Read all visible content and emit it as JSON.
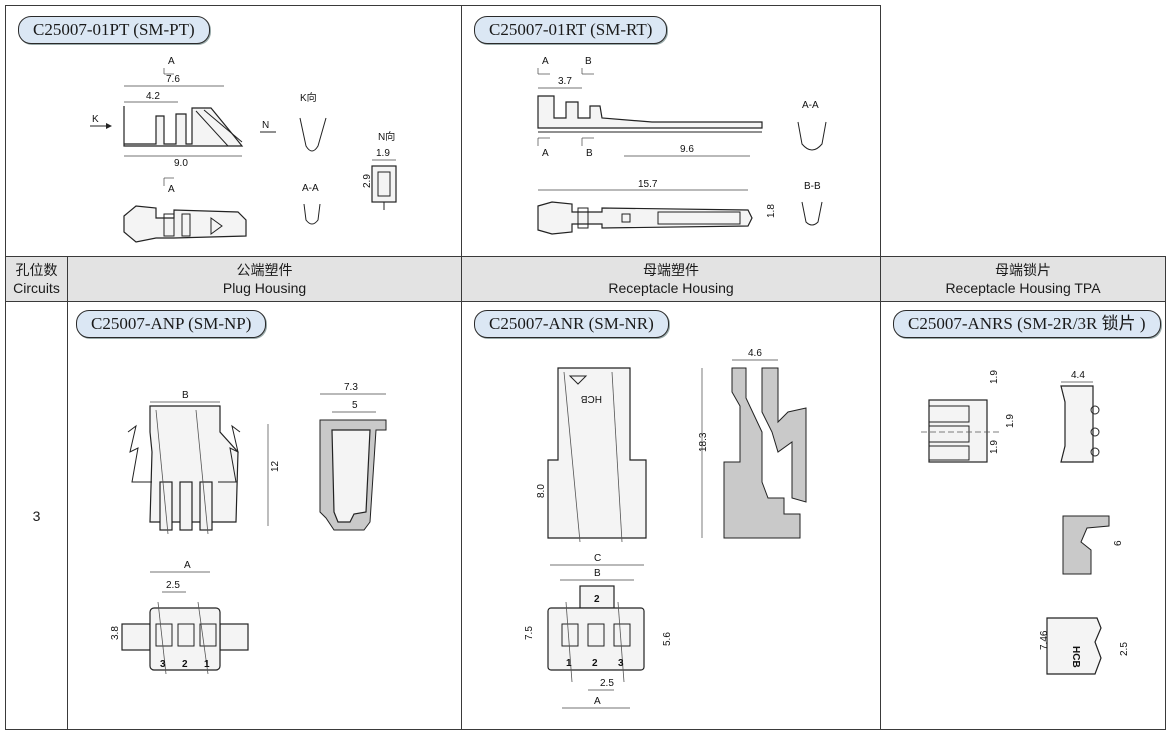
{
  "terminals": {
    "plug_terminal": {
      "model": "C25007-01PT (SM-PT)",
      "dims": {
        "a": "A",
        "d76": "7.6",
        "d42": "4.2",
        "d90": "9.0",
        "k": "K",
        "n": "N",
        "k_view": "K向",
        "n_view": "N向",
        "d19": "1.9",
        "d29": "2.9",
        "aa": "A-A"
      }
    },
    "receptacle_terminal": {
      "model": "C25007-01RT (SM-RT)",
      "dims": {
        "a": "A",
        "b": "B",
        "d37": "3.7",
        "d96": "9.6",
        "d157": "15.7",
        "d18": "1.8",
        "aa": "A-A",
        "bb": "B-B"
      }
    }
  },
  "table": {
    "header": {
      "circuits_cn": "孔位数",
      "circuits_en": "Circuits",
      "plug_cn": "公端塑件",
      "plug_en": "Plug Housing",
      "rec_cn": "母端塑件",
      "rec_en": "Receptacle Housing",
      "tpa_cn": "母端锁片",
      "tpa_en": "Receptacle Housing TPA"
    },
    "row": {
      "circuits": "3",
      "plug": {
        "model": "C25007-ANP (SM-NP)",
        "dims": {
          "b": "B",
          "d12": "12",
          "d73": "7.3",
          "d5": "5",
          "a": "A",
          "d25": "2.5",
          "d38": "3.8",
          "n3": "3",
          "n2": "2",
          "n1": "1"
        }
      },
      "receptacle": {
        "model": "C25007-ANR (SM-NR)",
        "dims": {
          "hcb": "HCB",
          "d80": "8.0",
          "d46": "4.6",
          "d183": "18.3",
          "c": "C",
          "b": "B",
          "a": "A",
          "d75": "7.5",
          "d56": "5.6",
          "d25": "2.5",
          "n2top": "2",
          "n1": "1",
          "n2": "2",
          "n3": "3"
        }
      },
      "tpa": {
        "model": "C25007-ANRS (SM-2R/3R 锁片 )",
        "dims": {
          "d19a": "1.9",
          "d19b": "1.9",
          "d19c": "1.9",
          "d44": "4.4",
          "d6": "6",
          "d746": "7.46",
          "d25": "2.5",
          "hcb": "HCB"
        }
      }
    }
  }
}
